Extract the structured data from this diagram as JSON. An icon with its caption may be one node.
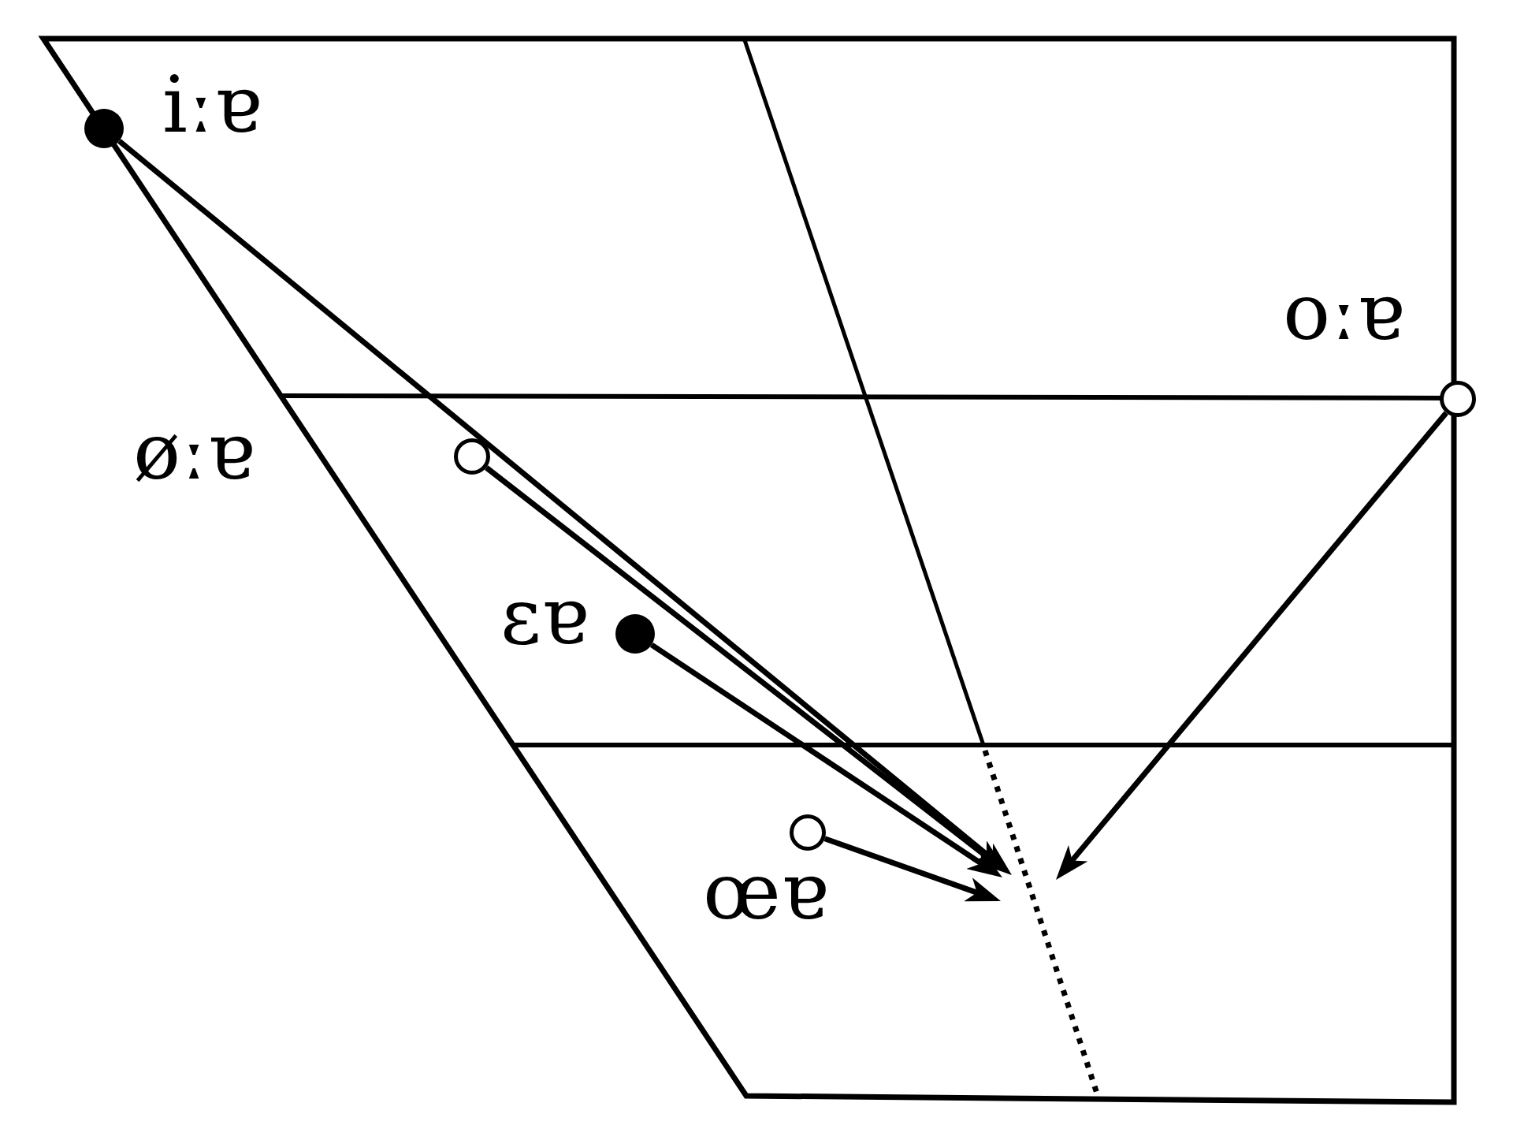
{
  "diagram": {
    "nodes": [
      {
        "text": [],
        "shape": "dot",
        "beside": [
          "iːɐ"
        ]
      },
      {
        "text": [],
        "shape": "circle",
        "beside": [
          "oːɐ"
        ]
      },
      {
        "text": [],
        "shape": "circle",
        "beside": [
          "øːɐ"
        ]
      },
      {
        "text": [],
        "shape": "dot",
        "beside": [
          "ɛɐ"
        ]
      },
      {
        "text": [],
        "shape": "circle",
        "beside": [
          "œɐ"
        ]
      }
    ],
    "edges": [
      {
        "from": 0,
        "to": null,
        "arrow": "to"
      },
      {
        "from": 1,
        "to": null,
        "arrow": "to"
      },
      {
        "from": 2,
        "to": null,
        "arrow": "to"
      },
      {
        "from": 3,
        "to": null,
        "arrow": "to"
      },
      {
        "from": 4,
        "to": null,
        "arrow": "to"
      }
    ]
  }
}
